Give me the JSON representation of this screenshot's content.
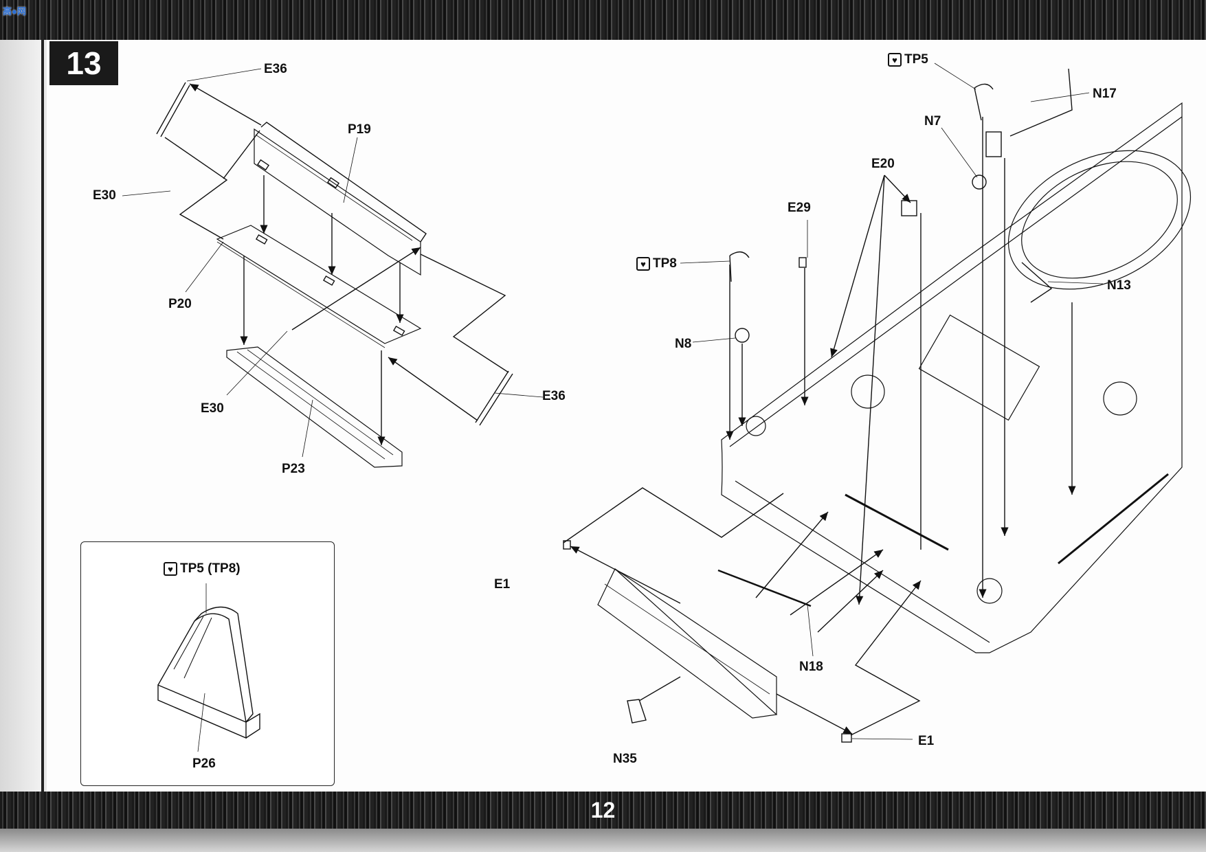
{
  "watermark": "高●网",
  "step_number": "13",
  "page_number": "12",
  "tp_icon_glyph": "♥",
  "parts": {
    "e36_top": "E36",
    "p19": "P19",
    "e30_top": "E30",
    "p20": "P20",
    "e30_bottom": "E30",
    "e36_right": "E36",
    "p23": "P23",
    "tp5": "TP5",
    "n17": "N17",
    "n7": "N7",
    "e20": "E20",
    "e29": "E29",
    "tp8": "TP8",
    "n13": "N13",
    "n8": "N8",
    "e1_left": "E1",
    "n18": "N18",
    "n35": "N35",
    "e1_bottom": "E1"
  },
  "inset": {
    "tp_label": "TP5 (TP8)",
    "part": "P26"
  }
}
